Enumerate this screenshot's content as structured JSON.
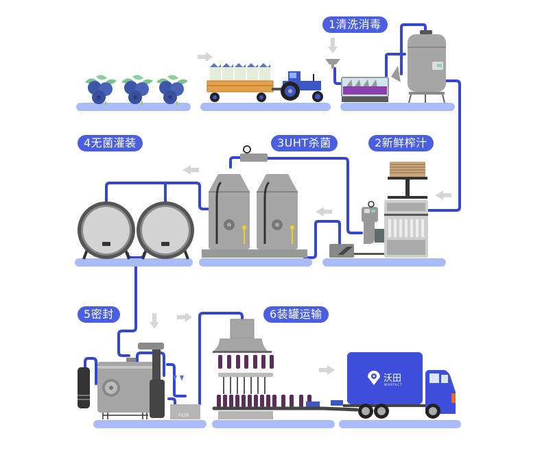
{
  "diagram": {
    "title": "",
    "colors": {
      "badge": "#4a5fe0",
      "pipe": "#3447d0",
      "platform": "#a9bcf7",
      "arrow": "#d6d6d6",
      "machine": "#a6a6a6",
      "machine_dark": "#5a5a5a",
      "juice": "#8a3fb0"
    },
    "steps": [
      {
        "id": "step-1",
        "label": "1清洗消毒"
      },
      {
        "id": "step-2",
        "label": "2新鲜榨汁"
      },
      {
        "id": "step-3",
        "label": "3UHT杀菌"
      },
      {
        "id": "step-4",
        "label": "4无菌灌装"
      },
      {
        "id": "step-5",
        "label": "5密封"
      },
      {
        "id": "step-6",
        "label": "6装罐运输"
      }
    ],
    "truck": {
      "brand_cn": "沃田",
      "brand_en": "WORTACT"
    },
    "filter_label": "FILTR",
    "flow_arrows": [
      "right",
      "down",
      "left",
      "left",
      "left",
      "down",
      "right",
      "right"
    ]
  }
}
